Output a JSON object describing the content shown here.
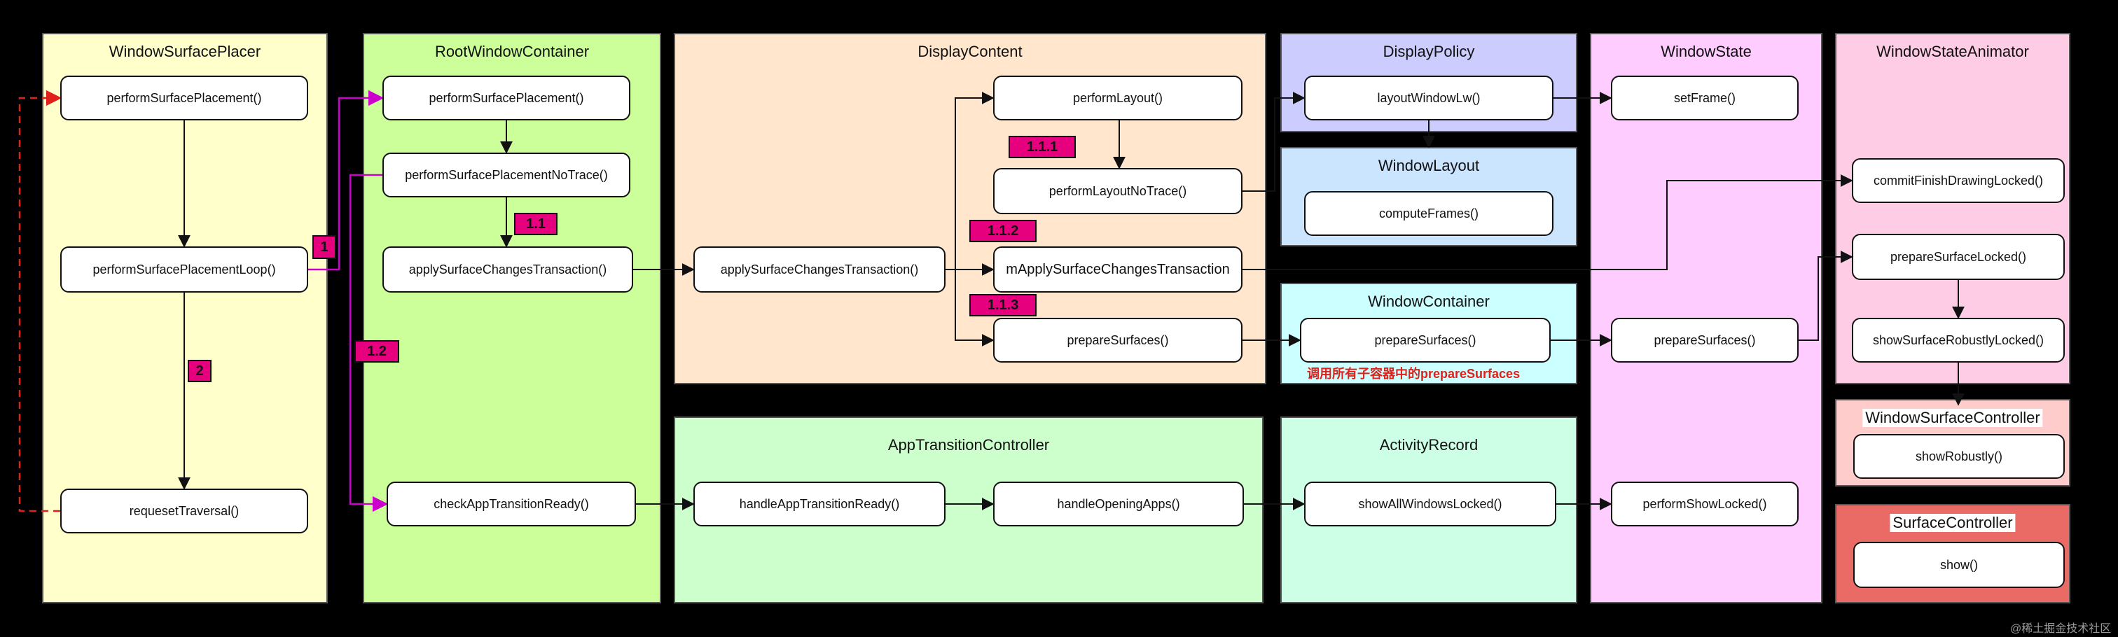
{
  "colors": {
    "placer": "#ffffcc",
    "root": "#ccff99",
    "display": "#ffe6cc",
    "policy": "#ccccff",
    "layout": "#cce5ff",
    "container": "#ccffff",
    "apptransition": "#ccffcc",
    "activity": "#ccffe6",
    "windowstate": "#ffccff",
    "animator": "#ffcce6",
    "surfacecontroller_panel": "#ffcccc",
    "surfacecontroller": "#ea6b66",
    "badge": "#e6007e",
    "magenta_wire": "#cc00cc",
    "red_wire": "#e0201b"
  },
  "panels": {
    "placer": "WindowSurfacePlacer",
    "root": "RootWindowContainer",
    "display": "DisplayContent",
    "policy": "DisplayPolicy",
    "layout": "WindowLayout",
    "container": "WindowContainer",
    "apptransition": "AppTransitionController",
    "activity": "ActivityRecord",
    "windowstate": "WindowState",
    "animator": "WindowStateAnimator",
    "wsc": "WindowSurfaceController",
    "sc": "SurfaceController"
  },
  "nodes": {
    "p_perform": "performSurfacePlacement()",
    "p_loop": "performSurfacePlacementLoop()",
    "p_request": "requesetTraversal()",
    "r_perform": "performSurfacePlacement()",
    "r_notrace": "performSurfacePlacementNoTrace()",
    "r_apply": "applySurfaceChangesTransaction()",
    "r_check": "checkAppTransitionReady()",
    "d_apply": "applySurfaceChangesTransaction()",
    "d_layout": "performLayout()",
    "d_layout_nt": "performLayoutNoTrace()",
    "d_mapply": "mApplySurfaceChangesTransaction",
    "d_prepare": "prepareSurfaces()",
    "pol_layout": "layoutWindowLw()",
    "lay_compute": "computeFrames()",
    "con_prepare": "prepareSurfaces()",
    "at_handle": "handleAppTransitionReady()",
    "at_opening": "handleOpeningApps()",
    "ar_show": "showAllWindowsLocked()",
    "ws_setframe": "setFrame()",
    "ws_prepare": "prepareSurfaces()",
    "ws_show": "performShowLocked()",
    "an_commit": "commitFinishDrawingLocked()",
    "an_prepare": "prepareSurfaceLocked()",
    "an_show": "showSurfaceRobustlyLocked()",
    "wsc_show": "showRobustly()",
    "sc_show": "show()"
  },
  "badges": {
    "b1": "1",
    "b2": "2",
    "b11": "1.1",
    "b12": "1.2",
    "b111": "1.1.1",
    "b112": "1.1.2",
    "b113": "1.1.3"
  },
  "note": "调用所有子容器中的prepareSurfaces",
  "watermark": "@稀土掘金技术社区"
}
